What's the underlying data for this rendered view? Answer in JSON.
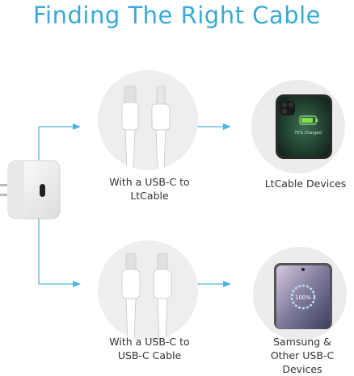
{
  "title": "Finding The Right Cable",
  "top_row": {
    "cable_label_line1": "With a USB-C to",
    "cable_label_line2": "LtCable",
    "device_label": "LtCable Devices",
    "phone_screen_text": "75% Charged"
  },
  "bottom_row": {
    "cable_label_line1": "With a USB-C to",
    "cable_label_line2": "USB-C Cable",
    "device_label_line1": "Samsung &",
    "device_label_line2": "Other USB-C Devices",
    "phone_screen_text": "100%"
  },
  "colors": {
    "accent": "#3aa8d8",
    "arrow": "#4fb3e0",
    "circle_bg": "#eeeeee",
    "charge_green": "#7fe04a"
  }
}
